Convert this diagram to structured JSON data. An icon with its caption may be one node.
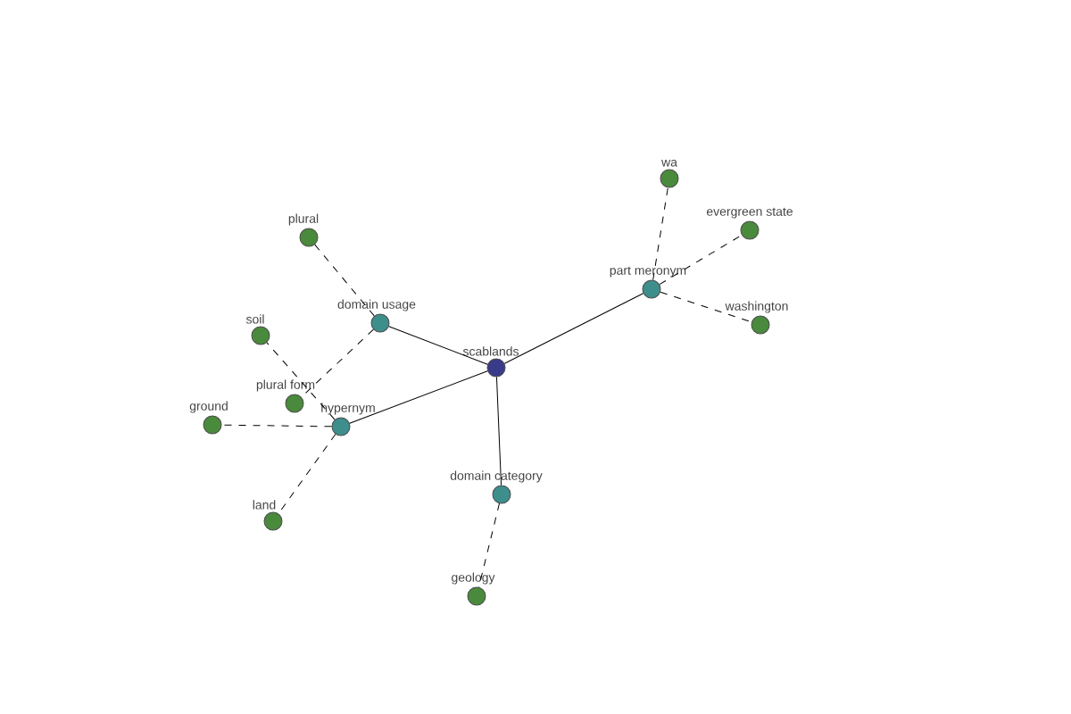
{
  "diagram": {
    "nodes": [
      {
        "text": [
          "wa"
        ]
      },
      {
        "text": [
          "plural"
        ]
      },
      {
        "text": [
          "evergreen state"
        ]
      },
      {
        "text": [
          "part meronym"
        ]
      },
      {
        "text": [
          "domain usage"
        ]
      },
      {
        "text": [
          "washington"
        ]
      },
      {
        "text": [
          "soil"
        ]
      },
      {
        "text": [
          "scablands"
        ]
      },
      {
        "text": [
          "plural form"
        ]
      },
      {
        "text": [
          "ground"
        ]
      },
      {
        "text": [
          "hypernym"
        ]
      },
      {
        "text": [
          "domain category"
        ]
      },
      {
        "text": [
          "land"
        ]
      },
      {
        "text": [
          "geology"
        ]
      }
    ],
    "edges": [
      {
        "from": 7,
        "to": 4,
        "arrow": "none"
      },
      {
        "from": 7,
        "to": 10,
        "arrow": "none"
      },
      {
        "from": 7,
        "to": 3,
        "arrow": "none"
      },
      {
        "from": 7,
        "to": 11,
        "arrow": "none"
      },
      {
        "from": 4,
        "to": 1,
        "arrow": "none",
        "style": "dashed"
      },
      {
        "from": 4,
        "to": 8,
        "arrow": "none",
        "style": "dashed"
      },
      {
        "from": 10,
        "to": 6,
        "arrow": "none",
        "style": "dashed"
      },
      {
        "from": 10,
        "to": 9,
        "arrow": "none",
        "style": "dashed"
      },
      {
        "from": 10,
        "to": 12,
        "arrow": "none",
        "style": "dashed"
      },
      {
        "from": 3,
        "to": 0,
        "arrow": "none",
        "style": "dashed"
      },
      {
        "from": 3,
        "to": 2,
        "arrow": "none",
        "style": "dashed"
      },
      {
        "from": 3,
        "to": 5,
        "arrow": "none",
        "style": "dashed"
      },
      {
        "from": 11,
        "to": 13,
        "arrow": "none",
        "style": "dashed"
      }
    ]
  }
}
